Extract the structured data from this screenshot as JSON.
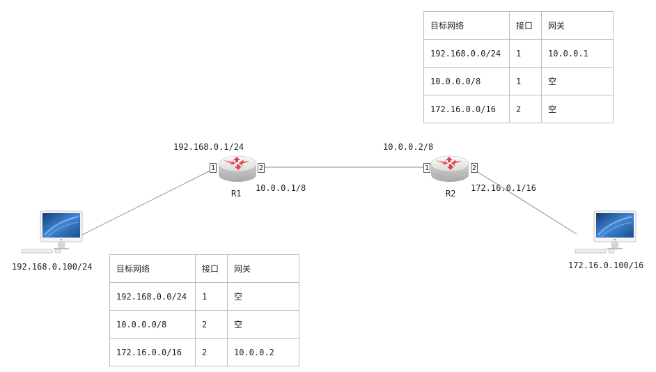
{
  "routers": [
    {
      "name": "R1",
      "left_ip": "192.168.0.1/24",
      "right_ip": "10.0.0.1/8",
      "port_left": "1",
      "port_right": "2"
    },
    {
      "name": "R2",
      "left_ip": "10.0.0.2/8",
      "right_ip": "172.16.0.1/16",
      "port_left": "1",
      "port_right": "2"
    }
  ],
  "hosts": [
    {
      "ip": "192.168.0.100/24"
    },
    {
      "ip": "172.16.0.100/16"
    }
  ],
  "tables": [
    {
      "headers": [
        "目标网络",
        "接口",
        "网关"
      ],
      "rows": [
        [
          "192.168.0.0/24",
          "1",
          "10.0.0.1"
        ],
        [
          "10.0.0.0/8",
          "1",
          "空"
        ],
        [
          "172.16.0.0/16",
          "2",
          "空"
        ]
      ]
    },
    {
      "headers": [
        "目标网络",
        "接口",
        "网关"
      ],
      "rows": [
        [
          "192.168.0.0/24",
          "1",
          "空"
        ],
        [
          "10.0.0.0/8",
          "2",
          "空"
        ],
        [
          "172.16.0.0/16",
          "2",
          "10.0.0.2"
        ]
      ]
    }
  ],
  "colors": {
    "link": "#8c8c8c",
    "router_body": "#e6e6e6",
    "arrow": "#e8404a",
    "screen": "#2e6fb8"
  }
}
